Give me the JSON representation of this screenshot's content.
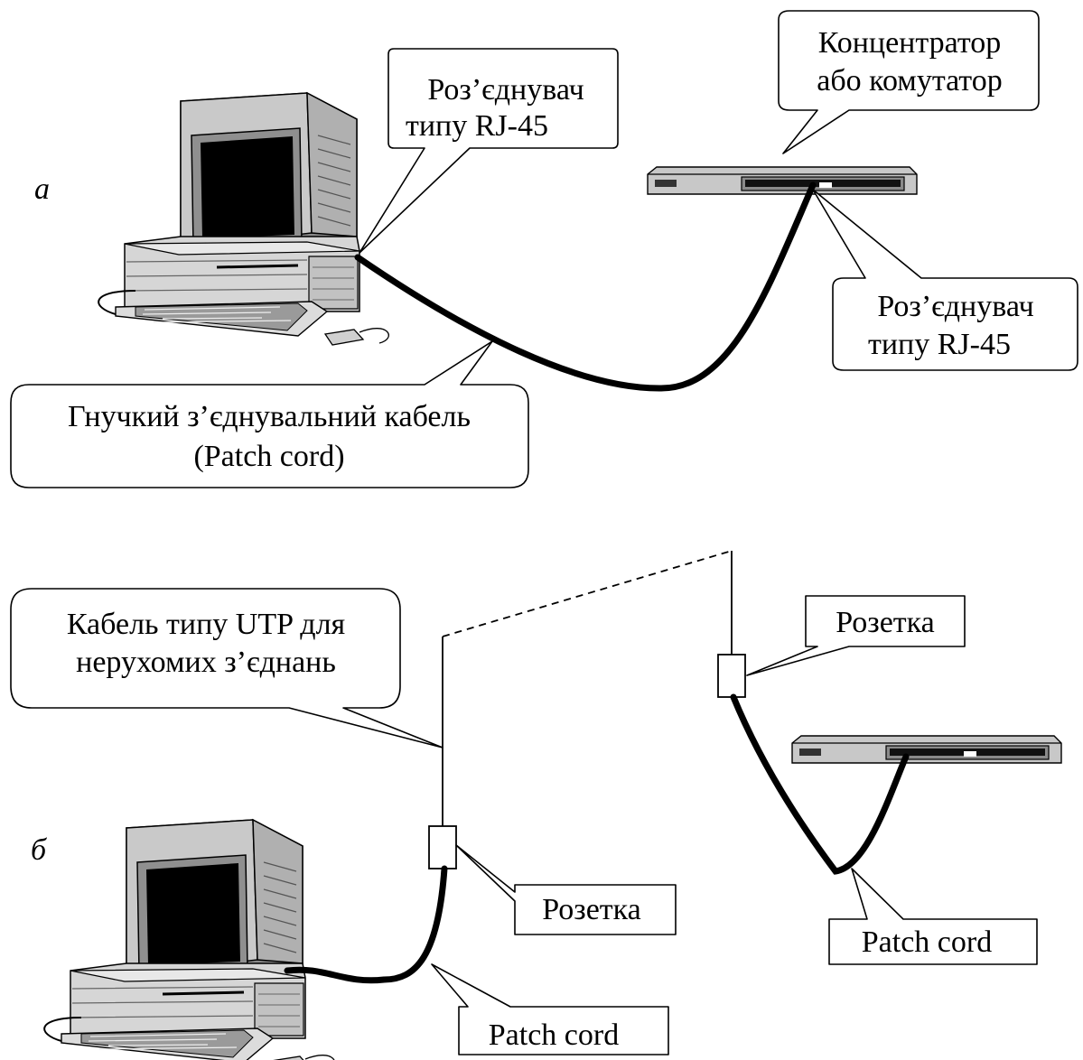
{
  "section_a": {
    "marker": "а",
    "rj45_top": {
      "line1": "Роз’єднувач",
      "line2": "типу  RJ-45"
    },
    "hub": {
      "line1": "Концентратор",
      "line2": "або комутатор"
    },
    "rj45_hub": {
      "line1": "Роз’єднувач",
      "line2": "типу  RJ-45"
    },
    "patch": {
      "line1": "Гнучкий з’єднувальний кабель",
      "line2": "(Patch cord)"
    }
  },
  "section_b": {
    "marker": "б",
    "utp": {
      "line1": "Кабель типу UTP для",
      "line2": "нерухомих з’єднань"
    },
    "socket_right": "Розетка",
    "socket_left": "Розетка",
    "patch_right": "Patch cord",
    "patch_left": "Patch cord"
  },
  "colors": {
    "ink": "#000000",
    "device_body": "#d4d4d4",
    "device_dark": "#7a7a7a",
    "screen": "#000000"
  }
}
